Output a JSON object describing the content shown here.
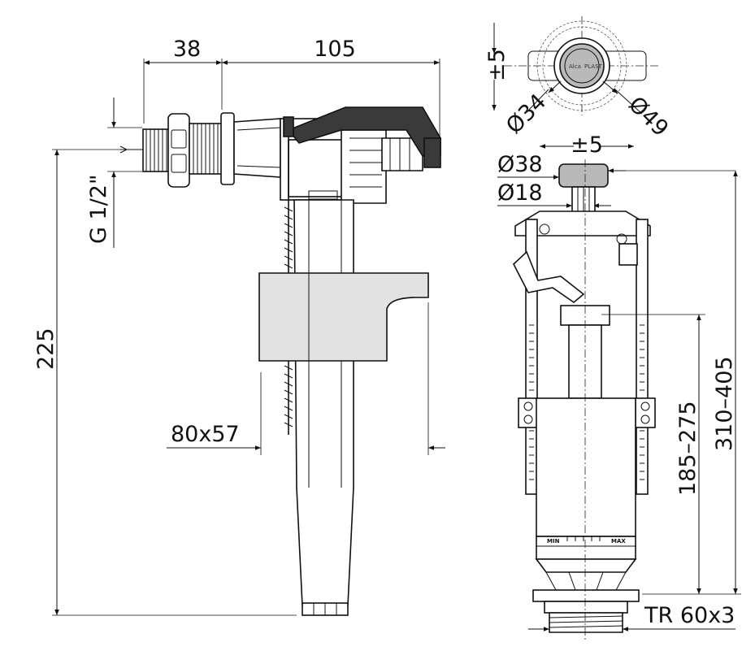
{
  "dimensions": {
    "left_valve": {
      "width_38": "38",
      "width_105": "105",
      "thread": "G 1/2\"",
      "height_225": "225",
      "float_size": "80x57"
    },
    "right_valve": {
      "offset_top": "±5",
      "dia_34": "Ø34",
      "dia_49": "Ø49",
      "offset_mid": "±5",
      "dia_38": "Ø38",
      "dia_18": "Ø18",
      "range_185_275": "185–275",
      "range_310_405": "310–405",
      "thread_tr": "TR 60x3"
    }
  },
  "brand": {
    "logo_alca": "Alca",
    "logo_plast": "PLAST"
  },
  "scale": {
    "min_label": "MIN",
    "max_label": "MAX"
  },
  "colors": {
    "line": "#111111",
    "float_fill": "#e2e2e2",
    "cap_fill": "#3a3a3a",
    "button_fill": "#b9b9b9"
  }
}
